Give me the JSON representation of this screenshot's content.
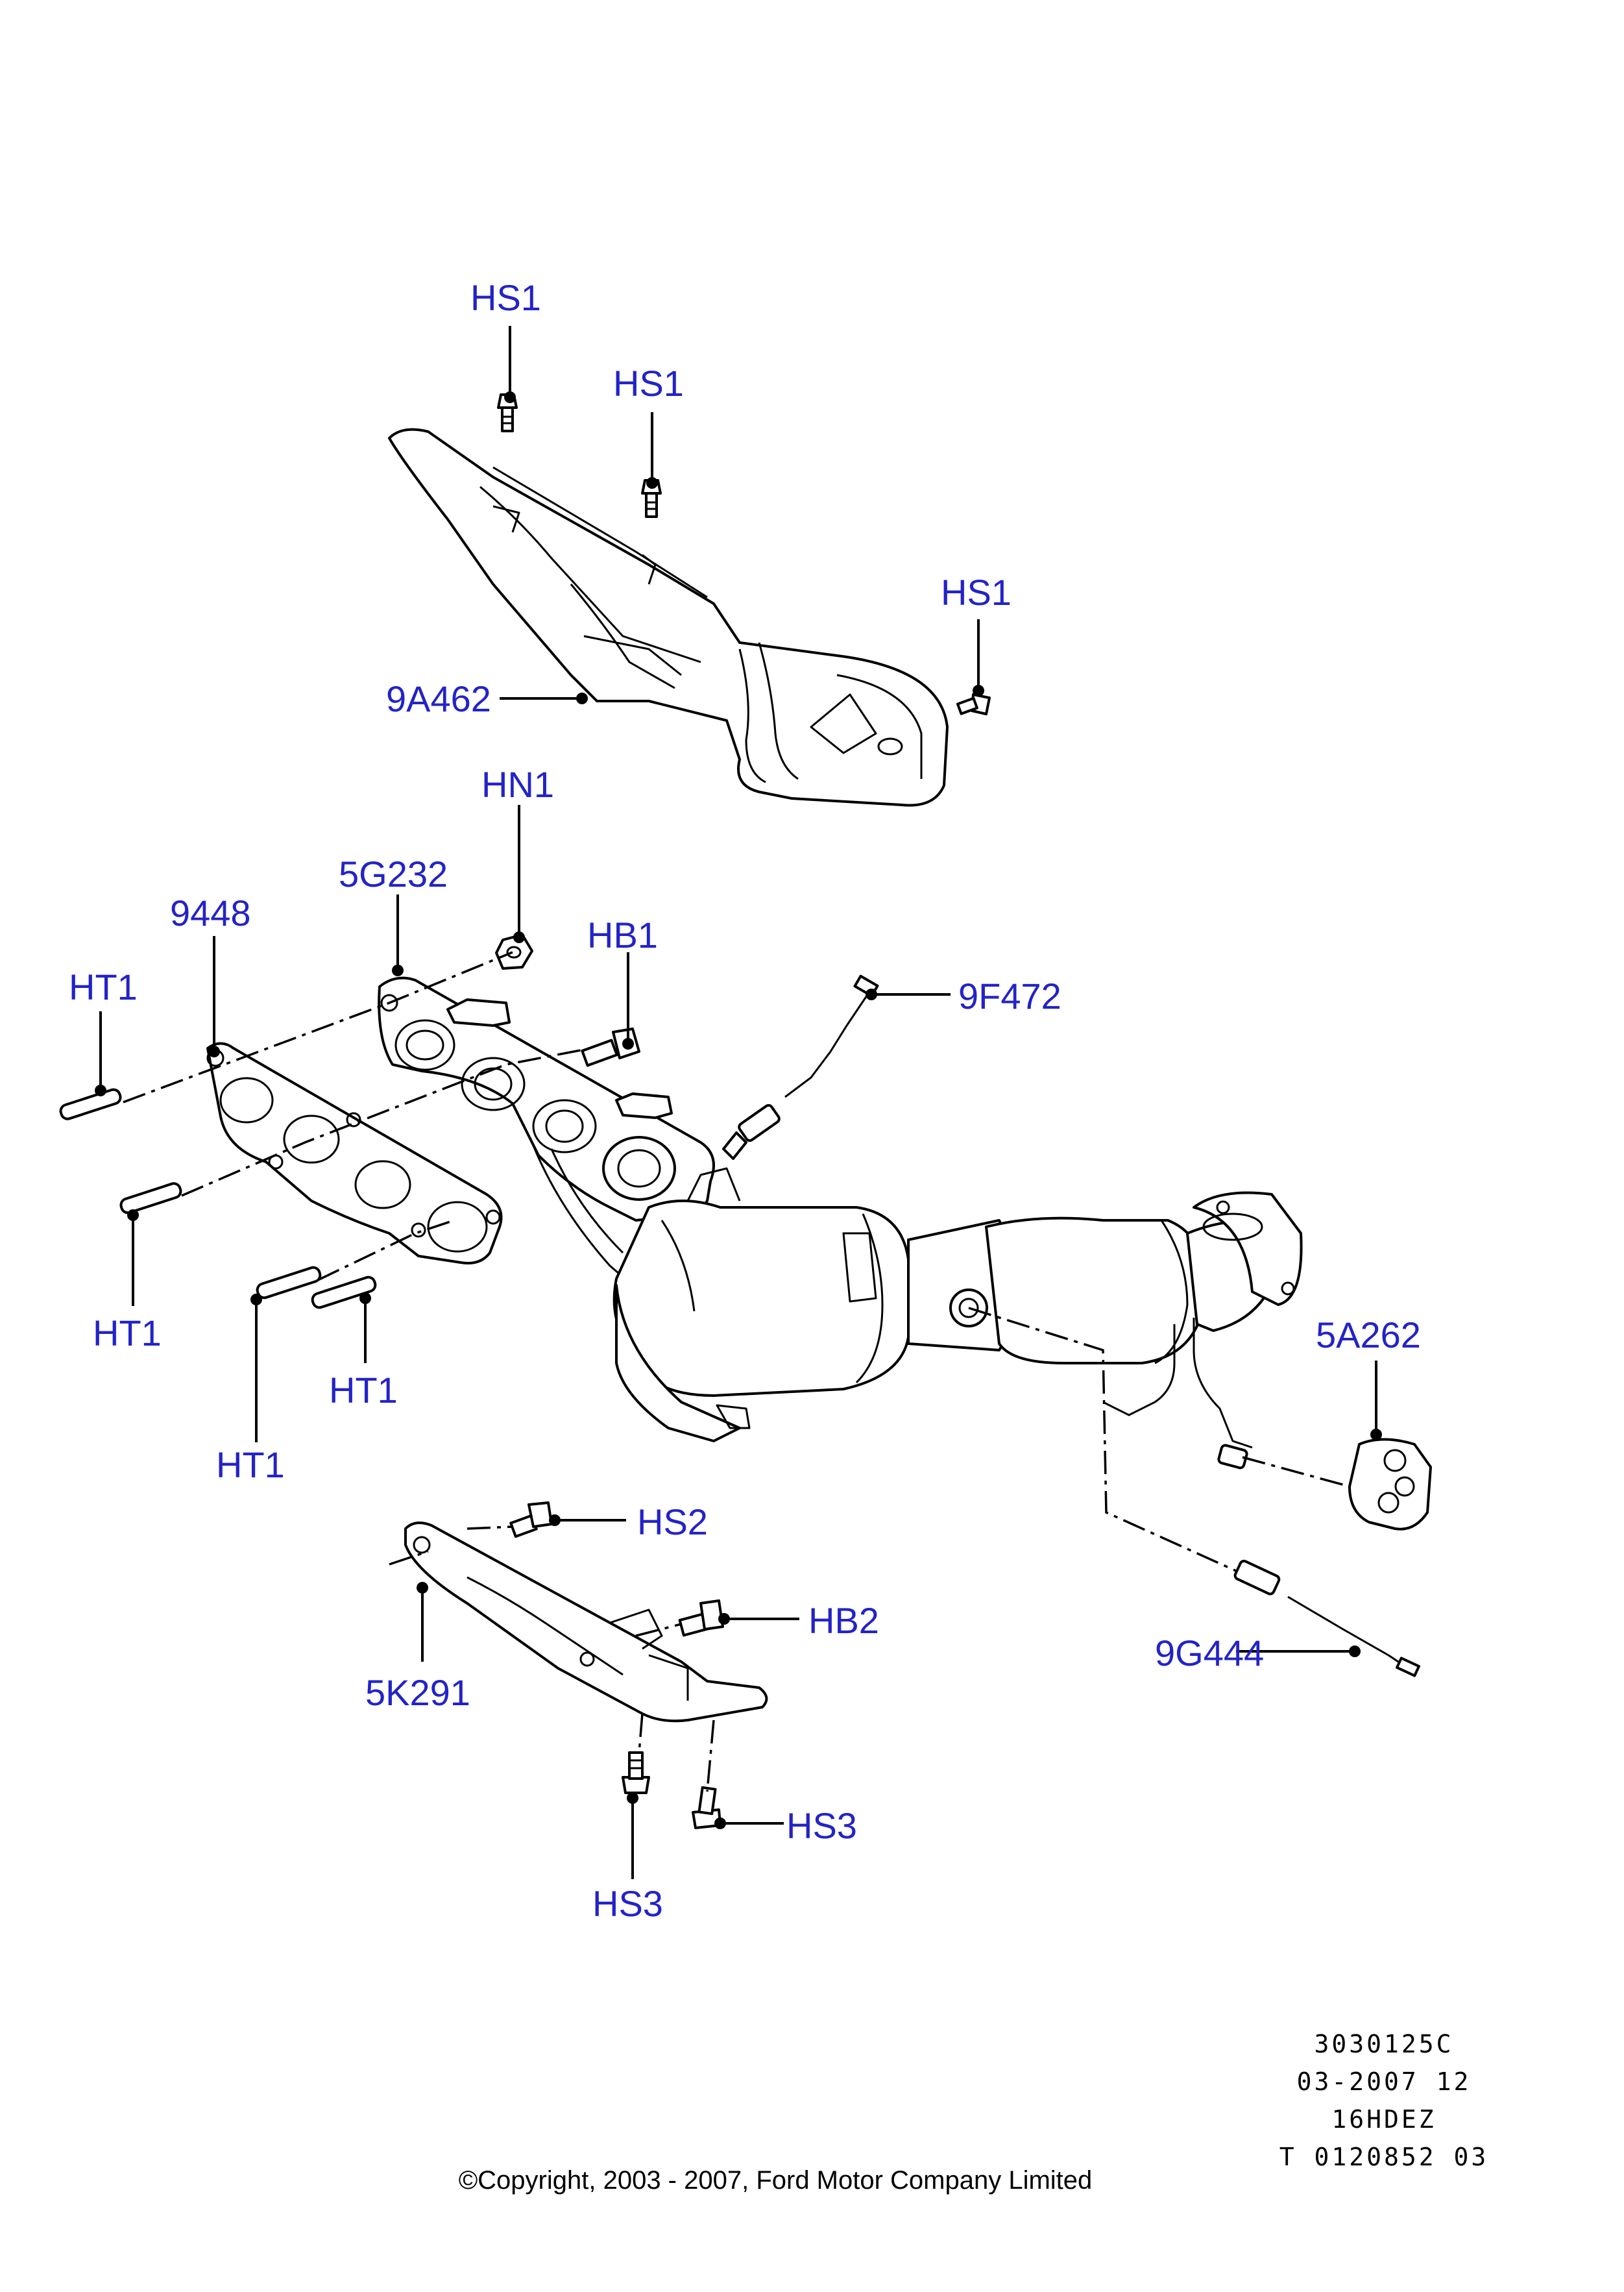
{
  "colors": {
    "label": "#2323c8",
    "line": "#000000",
    "background": "#ffffff"
  },
  "callouts": [
    {
      "id": "hs1-a",
      "label": "HS1"
    },
    {
      "id": "hs1-b",
      "label": "HS1"
    },
    {
      "id": "hs1-c",
      "label": "HS1"
    },
    {
      "id": "9a462",
      "label": "9A462"
    },
    {
      "id": "hn1",
      "label": "HN1"
    },
    {
      "id": "5g232",
      "label": "5G232"
    },
    {
      "id": "9448",
      "label": "9448"
    },
    {
      "id": "hb1",
      "label": "HB1"
    },
    {
      "id": "ht1-a",
      "label": "HT1"
    },
    {
      "id": "9f472",
      "label": "9F472"
    },
    {
      "id": "ht1-b",
      "label": "HT1"
    },
    {
      "id": "5a262",
      "label": "5A262"
    },
    {
      "id": "ht1-c",
      "label": "HT1"
    },
    {
      "id": "ht1-d",
      "label": "HT1"
    },
    {
      "id": "hs2",
      "label": "HS2"
    },
    {
      "id": "hb2",
      "label": "HB2"
    },
    {
      "id": "5k291",
      "label": "5K291"
    },
    {
      "id": "9g444",
      "label": "9G444"
    },
    {
      "id": "hs3-a",
      "label": "HS3"
    },
    {
      "id": "hs3-b",
      "label": "HS3"
    }
  ],
  "info_block": [
    "3030125C",
    "03-2007 12",
    "16HDEZ",
    "T 0120852 03"
  ],
  "copyright": "©Copyright, 2003 - 2007, Ford Motor Company Limited"
}
